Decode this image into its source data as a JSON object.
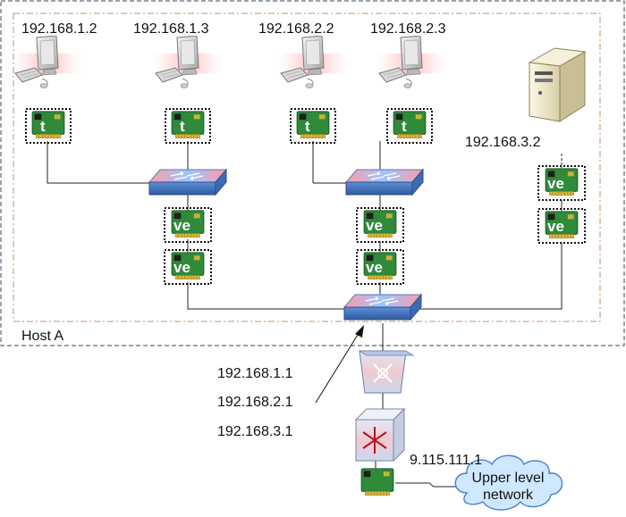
{
  "host_label": "Host A",
  "vm_ips": [
    "192.168.1.2",
    "192.168.1.3",
    "192.168.2.2",
    "192.168.2.3"
  ],
  "server_ip": "192.168.3.2",
  "gateway_ips": [
    "192.168.1.1",
    "192.168.2.1",
    "192.168.3.1"
  ],
  "uplink_ip": "9.115.111.1",
  "card_labels": {
    "tap": "t",
    "veth": "ve"
  },
  "cloud": {
    "line1": "Upper level",
    "line2": "network"
  },
  "colors": {
    "boundary_outer": "#555555",
    "boundary_inner": "#c08060",
    "switch": "#4a7fc8",
    "card": "#2f8a3a",
    "cloud": "#cfe8ff"
  },
  "icons": [
    "computer-icon",
    "server-icon",
    "switch-icon",
    "router-icon",
    "nic-icon",
    "cloud-icon"
  ]
}
